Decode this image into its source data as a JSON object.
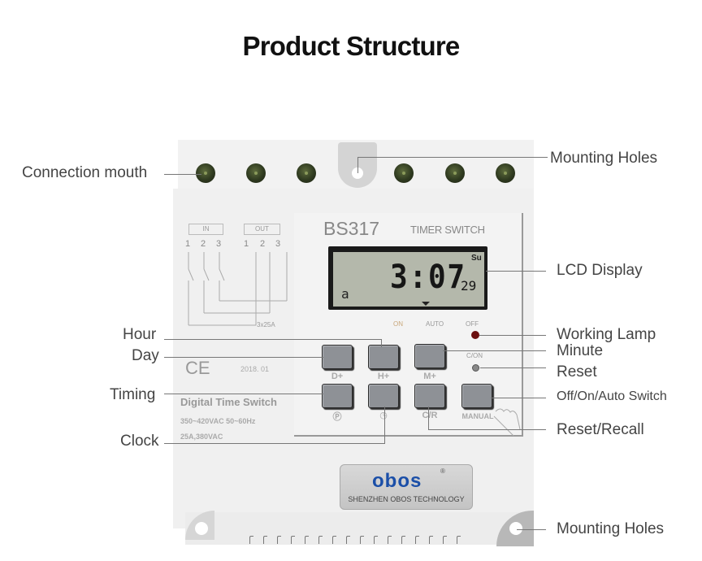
{
  "title": "Product Structure",
  "device": {
    "model": "BS317",
    "model_subtitle": "TIMER SWITCH",
    "wiring": {
      "in_label": "IN",
      "out_label": "OUT",
      "in_terminals": [
        "1",
        "2",
        "3"
      ],
      "out_terminals": [
        "1",
        "2",
        "3"
      ],
      "rating": "3x25A"
    },
    "lcd": {
      "time": "3:07",
      "seconds": "29",
      "day_indicator": "Su",
      "mode_digit": "a"
    },
    "mode_labels": {
      "on": "ON",
      "auto": "AUTO",
      "off": "OFF"
    },
    "buttons_row1": [
      {
        "label": "D+"
      },
      {
        "label": "H+"
      },
      {
        "label": "M+"
      }
    ],
    "buttons_row2": [
      {
        "label": "Ⓟ"
      },
      {
        "label": "◷"
      },
      {
        "label": "C/R"
      },
      {
        "label": "MANUAL"
      }
    ],
    "reset_label": "C/ON",
    "ce_mark": "CE",
    "date_code": "2018. 01",
    "product_name": "Digital Time Switch",
    "spec_line1": "350~420VAC   50~60Hz",
    "spec_line2": "25A,380VAC",
    "brand": {
      "logo": "obos",
      "registered": "®",
      "company": "SHENZHEN OBOS TECHNOLOGY"
    },
    "colors": {
      "body": "#f0f0f0",
      "button": "#8e9196",
      "lcd": "#b4b8ab",
      "lamp": "#6a0e0e",
      "brand_blue": "#1b4fa8"
    }
  },
  "callouts": {
    "connection_mouth": "Connection mouth",
    "mounting_holes_top": "Mounting Holes",
    "lcd_display": "LCD Display",
    "hour": "Hour",
    "day": "Day",
    "working_lamp": "Working Lamp",
    "minute": "Minute",
    "reset": "Reset",
    "timing": "Timing",
    "off_on_auto": "Off/On/Auto Switch",
    "clock": "Clock",
    "reset_recall": "Reset/Recall",
    "mounting_holes_bottom": "Mounting Holes"
  }
}
